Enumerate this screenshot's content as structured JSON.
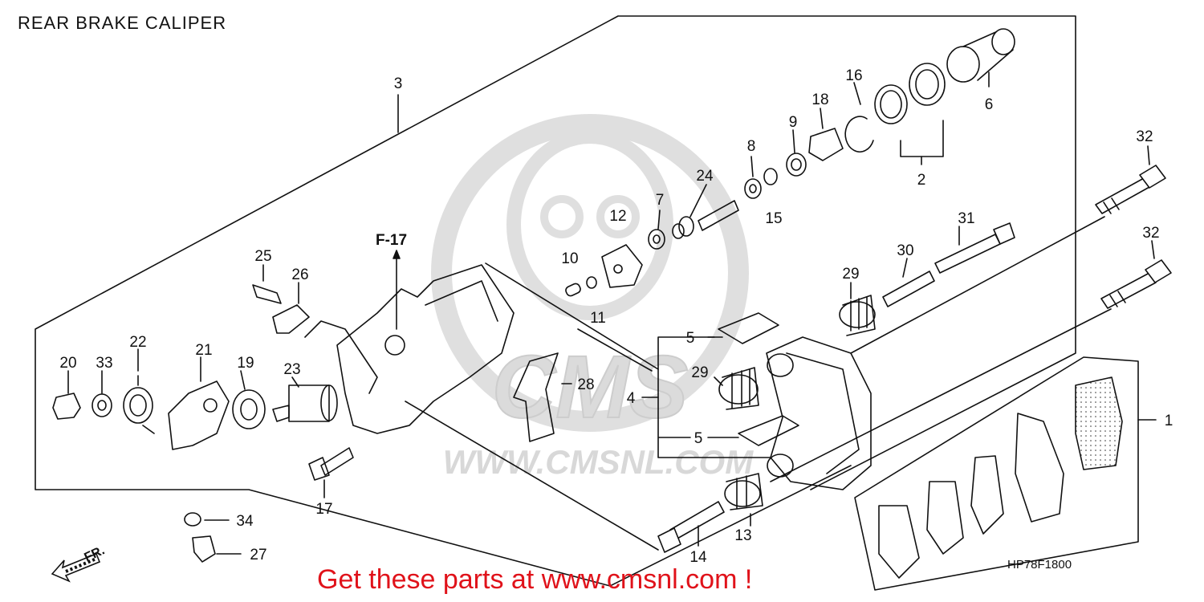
{
  "title": "REAR BRAKE CALIPER",
  "diagram_code": "HP78F1800",
  "promo_text": "Get these parts at www.cmsnl.com !",
  "watermark_url": "WWW.CMSNL.COM",
  "watermark_logo_text": "CMS",
  "ref_label": "F-17",
  "direction_label": "FR.",
  "callouts": [
    "1",
    "2",
    "3",
    "4",
    "5",
    "5",
    "6",
    "7",
    "8",
    "9",
    "10",
    "11",
    "12",
    "13",
    "14",
    "15",
    "16",
    "17",
    "18",
    "19",
    "20",
    "21",
    "22",
    "23",
    "24",
    "25",
    "26",
    "27",
    "28",
    "29",
    "29",
    "30",
    "31",
    "32",
    "32",
    "33",
    "34"
  ],
  "colors": {
    "line": "#111111",
    "promo": "#e0121a",
    "watermark": "#cfcfcf"
  }
}
